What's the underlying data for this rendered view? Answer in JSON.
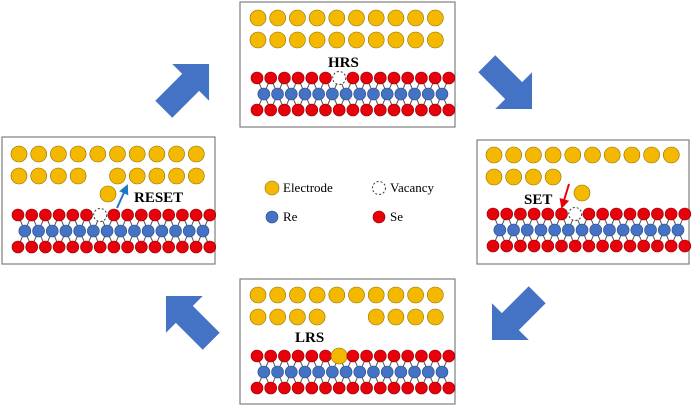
{
  "panels": {
    "hrs": {
      "label": "HRS"
    },
    "set": {
      "label": "SET"
    },
    "lrs": {
      "label": "LRS"
    },
    "reset": {
      "label": "RESET"
    }
  },
  "legend": {
    "electrode": "Electrode",
    "vacancy": "Vacancy",
    "re": "Re",
    "se": "Se"
  },
  "colors": {
    "electrode": "#f5b800",
    "re": "#4472c4",
    "se": "#e8000b",
    "flow_arrow": "#4472c4",
    "set_arrow": "#e8000b",
    "reset_arrow": "#1f77c4",
    "panel_border": "#7f7f7f"
  }
}
